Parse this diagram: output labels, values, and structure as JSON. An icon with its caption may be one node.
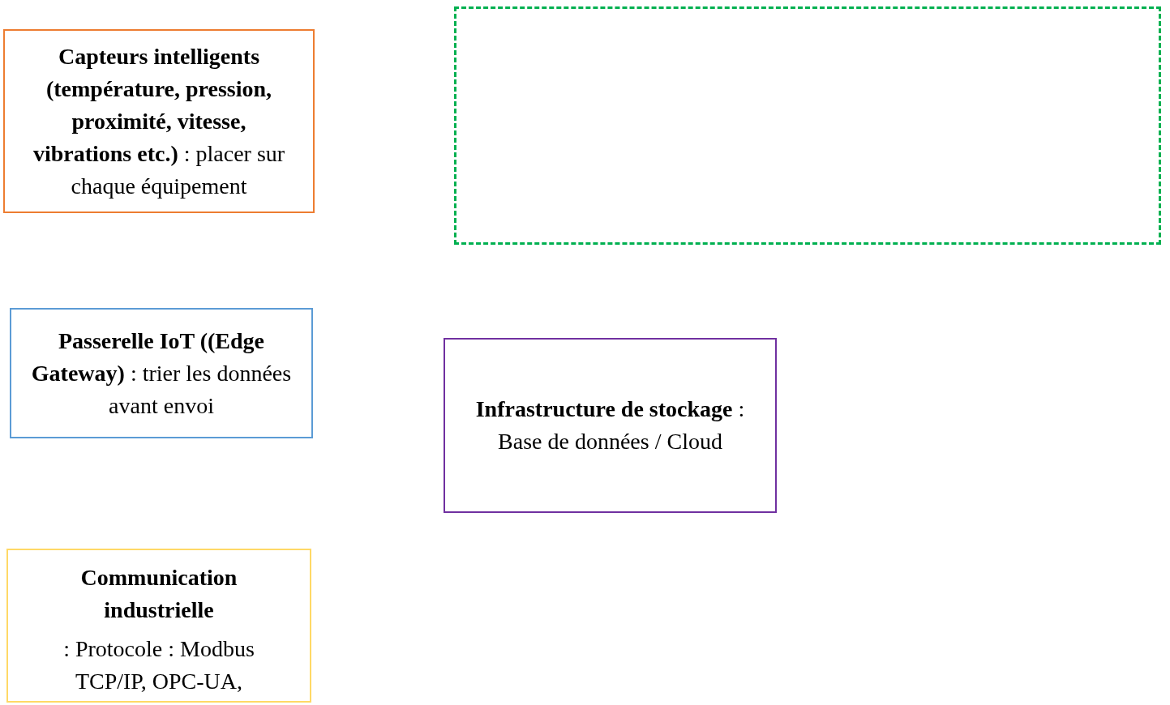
{
  "diagram": {
    "nodes": [
      {
        "text": [
          "**Capteurs intelligents (température, pression, proximité, vitesse, vibrations etc.)** : placer sur chaque équipement"
        ]
      },
      {
        "text": [],
        "shape": "box"
      },
      {
        "text": [
          "**Passerelle IoT ((Edge Gateway)** : trier les données avant envoi"
        ]
      },
      {
        "text": [
          "**Infrastructure de stockage** : Base de données / Cloud"
        ]
      },
      {
        "text": [
          "Communication industrielle",
          ": Protocole : Modbus TCP/IP, OPC-UA,"
        ]
      }
    ],
    "edges": []
  }
}
